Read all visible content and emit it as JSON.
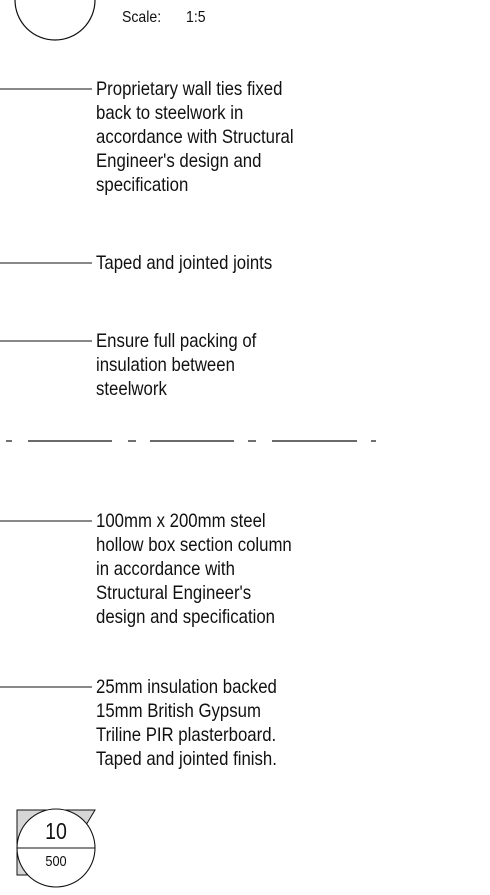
{
  "scale": {
    "label": "Scale:",
    "value": "1:5"
  },
  "notes": [
    {
      "id": "wall-ties",
      "lines": [
        "Proprietary wall ties fixed",
        "back to steelwork in",
        "accordance with Structural",
        "Engineer's design and",
        "specification"
      ]
    },
    {
      "id": "taped-joints",
      "lines": [
        "Taped and jointed joints"
      ]
    },
    {
      "id": "insulation-packing",
      "lines": [
        "Ensure full packing of",
        "insulation between",
        "steelwork"
      ]
    },
    {
      "id": "steel-column",
      "lines": [
        "100mm x 200mm steel",
        "hollow box section column",
        "in accordance with",
        "Structural Engineer's",
        "design and specification"
      ]
    },
    {
      "id": "plasterboard",
      "lines": [
        "25mm insulation backed",
        "15mm British Gypsum",
        "Triline PIR plasterboard.",
        "Taped and jointed finish."
      ]
    }
  ],
  "detail_tag": {
    "number": "10",
    "sheet": "500"
  },
  "colors": {
    "ink": "#111111",
    "tag_fill": "#d6d6d6",
    "background": "#ffffff"
  }
}
